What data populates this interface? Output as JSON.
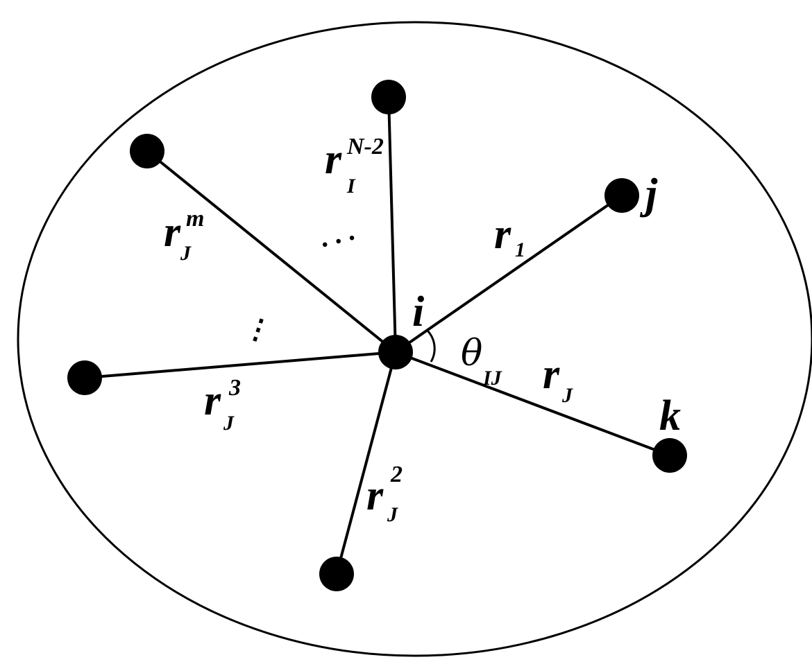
{
  "nodes": {
    "center": "i",
    "j": "j",
    "k": "k"
  },
  "edges": {
    "r1": {
      "main": "r",
      "sub": "1",
      "sup": ""
    },
    "rJ": {
      "main": "r",
      "sub": "J",
      "sup": ""
    },
    "rJ2": {
      "main": "r",
      "sub": "J",
      "sup": "2"
    },
    "rJ3": {
      "main": "r",
      "sub": "J",
      "sup": "3"
    },
    "rJm": {
      "main": "r",
      "sub": "J",
      "sup": "m"
    },
    "rIN2": {
      "main": "r",
      "sub": "I",
      "sup": "N-2"
    }
  },
  "angle": {
    "symbol": "θ",
    "sub": "IJ"
  },
  "ellipsis": {
    "horizontal": ". . .",
    "vertical": "⋮"
  }
}
